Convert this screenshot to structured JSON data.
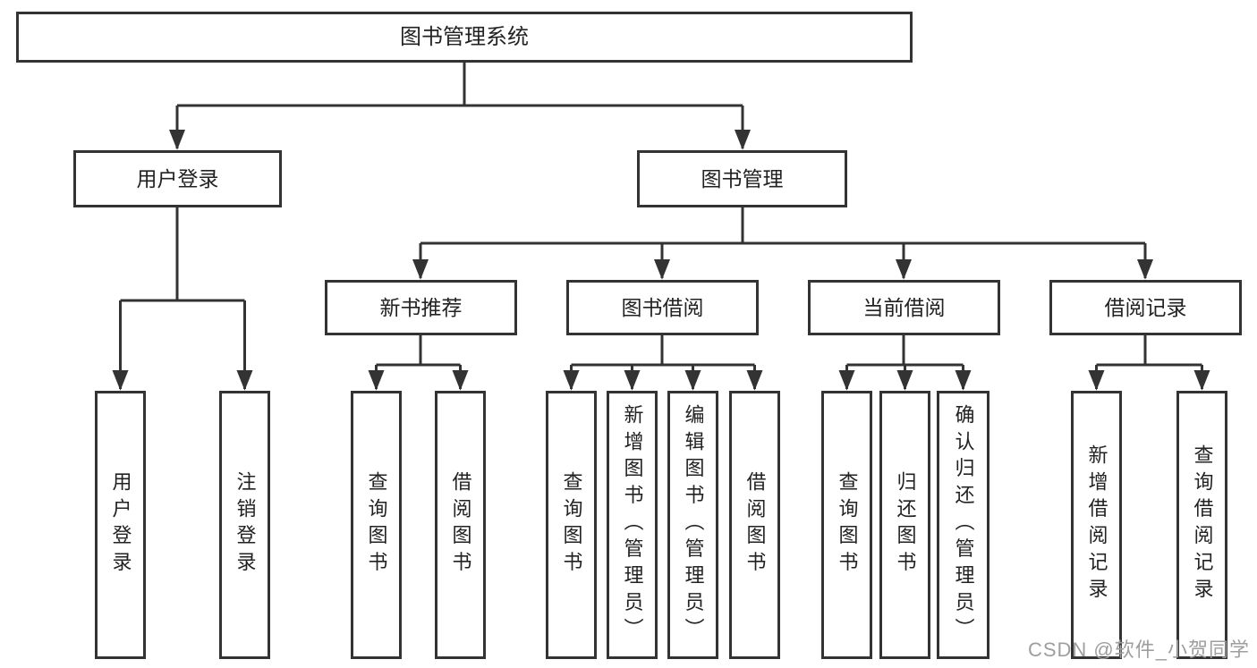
{
  "colors": {
    "line": "#333333",
    "text": "#222222",
    "background": "#ffffff",
    "watermark": "#9e9e9e"
  },
  "watermark": {
    "text": "CSDN @软件_小贺同学"
  },
  "chart_type": "hierarchy-diagram",
  "tree": {
    "label": "图书管理系统",
    "children": [
      {
        "label": "用户登录",
        "children": [
          {
            "label": "用户登录"
          },
          {
            "label": "注销登录"
          }
        ]
      },
      {
        "label": "图书管理",
        "children": [
          {
            "label": "新书推荐",
            "children": [
              {
                "label": "查询图书"
              },
              {
                "label": "借阅图书"
              }
            ]
          },
          {
            "label": "图书借阅",
            "children": [
              {
                "label": "查询图书"
              },
              {
                "label": "新增图书（管理员）"
              },
              {
                "label": "编辑图书（管理员）"
              },
              {
                "label": "借阅图书"
              }
            ]
          },
          {
            "label": "当前借阅",
            "children": [
              {
                "label": "查询图书"
              },
              {
                "label": "归还图书"
              },
              {
                "label": "确认归还（管理员）"
              }
            ]
          },
          {
            "label": "借阅记录",
            "children": [
              {
                "label": "新增借阅记录"
              },
              {
                "label": "查询借阅记录"
              }
            ]
          }
        ]
      }
    ]
  }
}
